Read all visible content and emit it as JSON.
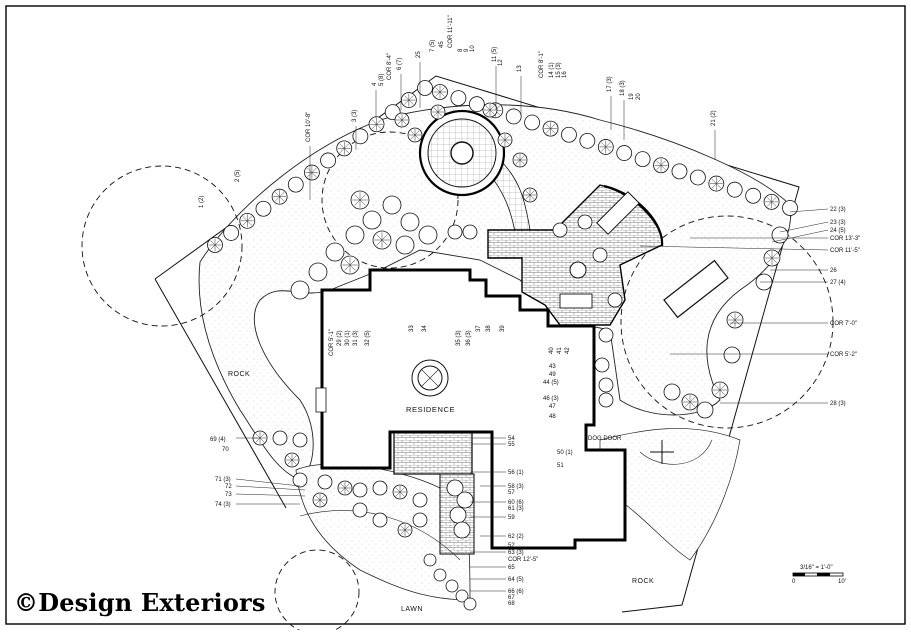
{
  "brand": {
    "text": "©Design Exteriors"
  },
  "labels": {
    "residence": "RESIDENCE",
    "rock_west": "ROCK",
    "rock_south": "ROCK",
    "lawn": "LAWN",
    "dog_door": "DOG DOOR",
    "scale": "3/16\" = 1'-0\"",
    "scale_zero": "0",
    "scale_end": "10'"
  },
  "plant_tags_top": [
    "COR 10'-8\"",
    "3 (3)",
    "4",
    "5 (8)",
    "COR 8'-4\"",
    "6 (7)",
    "25",
    "7 (5)",
    "45",
    "COR 11'-11\"",
    "8",
    "9",
    "10",
    "11 (5)",
    "12",
    "13",
    "COR 8'-1\"",
    "14 (1)",
    "15 (3)",
    "16",
    "17 (3)",
    "18 (3)",
    "19",
    "20",
    "21 (2)"
  ],
  "plant_tags_right": [
    "22 (3)",
    "23 (3)",
    "24 (5)",
    "COR 13'-3\"",
    "COR 11'-5\"",
    "26",
    "27 (4)",
    "COR 7'-0\"",
    "COR 5'-2\"",
    "28 (3)"
  ],
  "plant_tags_left": [
    "1 (2)",
    "2 (5)",
    "69 (4)",
    "70",
    "71 (3)",
    "72",
    "73",
    "74 (3)"
  ],
  "plant_tags_center": [
    "COR 5'-1\"",
    "29 (2)",
    "30 (1)",
    "31 (3)",
    "32 (5)",
    "33",
    "34",
    "35 (3)",
    "36 (3)",
    "37",
    "38",
    "39",
    "40",
    "41",
    "42",
    "43",
    "49",
    "44 (5)",
    "46 (3)",
    "47",
    "48"
  ],
  "plant_tags_bottom": [
    "54",
    "55",
    "56 (1)",
    "50 (1)",
    "51",
    "58 (3)",
    "57",
    "60 (6)",
    "61 (3)",
    "59",
    "62 (2)",
    "52",
    "63 (3)",
    "COR 12'-5\"",
    "65",
    "64 (5)",
    "66 (6)",
    "67",
    "68"
  ]
}
